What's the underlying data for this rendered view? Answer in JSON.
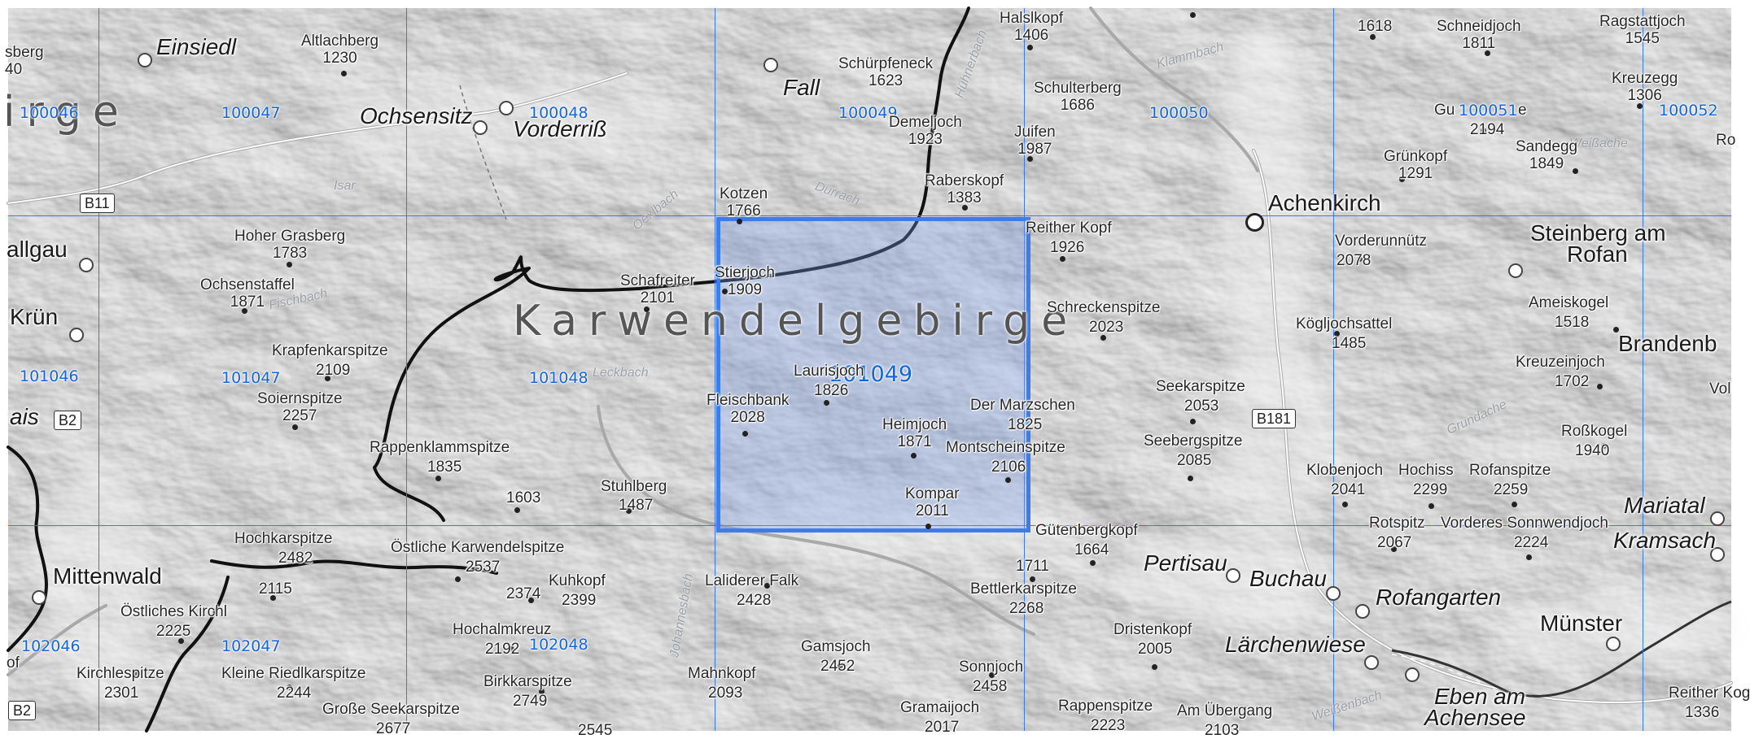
{
  "map": {
    "region_label": "Karwendelgebirge",
    "partial_region_label": "irge",
    "selected_cell": "101049",
    "colors": {
      "grid": "#3b78e7",
      "selection_fill": "#a8c0f0",
      "selection_border": "#3f7bea",
      "cell_label": "#1565d8"
    },
    "grid_cells": {
      "r0": [
        "100046",
        "100047",
        "100048",
        "100049",
        "100050",
        "100051",
        "100052"
      ],
      "r1": [
        "101046",
        "101047",
        "101048",
        "101049"
      ],
      "r2": [
        "102046",
        "102047",
        "102048"
      ]
    },
    "towns": {
      "einsiedl": "Einsiedl",
      "ochsensitz": "Ochsensitz",
      "vorderriss": "Vorderriß",
      "fall": "Fall",
      "achenkirch": "Achenkirch",
      "steinberg_1": "Steinberg am",
      "steinberg_2": "Rofan",
      "allgau": "allgau",
      "krun": "Krün",
      "ais": "ais",
      "brandenb": "Brandenb",
      "mittenwald": "Mittenwald",
      "pertisau": "Pertisau",
      "buchau": "Buchau",
      "rofangarten": "Rofangarten",
      "laerchenwiese": "Lärchenwiese",
      "muenster": "Münster",
      "eben_1": "Eben am",
      "eben_2": "Achensee",
      "mariatal": "Mariatal",
      "kramsach": "Kramsach"
    },
    "roads": {
      "b11": "B11",
      "b2a": "B2",
      "b2b": "B2",
      "b181": "B181"
    },
    "water": {
      "isar": "Isar",
      "fischbach": "Fischbach",
      "leckbach": "Leckbach",
      "oexlbach": "Oexlbach",
      "durrach": "Durrach",
      "huennerbach": "Hühnerbach",
      "klammbach": "Klammbach",
      "weissache": "Weißache",
      "grundache": "Grundache",
      "johannesbach": "Johannesbach",
      "weissenbach": "Weißenbach"
    },
    "peaks": {
      "sberg": {
        "name": "sberg",
        "elev": "40"
      },
      "altlachberg": {
        "name": "Altlachberg",
        "elev": "1230"
      },
      "halsl": {
        "name": "Halslkopf",
        "elev": "1406"
      },
      "schuerpf": {
        "name": "Schürpfeneck",
        "elev": "1623"
      },
      "demel": {
        "name": "Demeljoch",
        "elev": "1923"
      },
      "schulter": {
        "name": "Schulterberg",
        "elev": "1686"
      },
      "juifen": {
        "name": "Juifen",
        "elev": "1987"
      },
      "p1618": {
        "name": "",
        "elev": "1618"
      },
      "schneid": {
        "name": "Schneidjoch",
        "elev": "1811"
      },
      "ragstatt": {
        "name": "Ragstattjoch",
        "elev": "1545"
      },
      "kreuzegg": {
        "name": "Kreuzegg",
        "elev": "1306"
      },
      "guffert": {
        "name": "Gu",
        "elev": "2194"
      },
      "guffert_e": {
        "name": "e",
        "elev": ""
      },
      "gruenkopf": {
        "name": "Grünkopf",
        "elev": "1291"
      },
      "sandegg": {
        "name": "Sandegg",
        "elev": "1849"
      },
      "rr": {
        "name": "Ro",
        "elev": ""
      },
      "raberskopf": {
        "name": "Raberskopf",
        "elev": "1383"
      },
      "kotzen": {
        "name": "Kotzen",
        "elev": "1766"
      },
      "hohergras": {
        "name": "Hoher Grasberg",
        "elev": "1783"
      },
      "ochsenst": {
        "name": "Ochsenstaffel",
        "elev": "1871"
      },
      "krapfen": {
        "name": "Krapfenkarspitze",
        "elev": "2109"
      },
      "soiern": {
        "name": "Soiernspitze",
        "elev": "2257"
      },
      "schafreiter": {
        "name": "Schafreiter",
        "elev": "2101"
      },
      "stierjoch": {
        "name": "Stierjoch",
        "elev": "1909"
      },
      "rappenklamm": {
        "name": "Rappenklammspitze",
        "elev": "1835"
      },
      "p1603": {
        "name": "",
        "elev": "1603"
      },
      "stuhlberg": {
        "name": "Stuhlberg",
        "elev": "1487"
      },
      "laurisjoch": {
        "name": "Laurisjoch",
        "elev": "1826"
      },
      "fleischbank": {
        "name": "Fleischbank",
        "elev": "2028"
      },
      "heimjoch": {
        "name": "Heimjoch",
        "elev": "1871"
      },
      "marzschen": {
        "name": "Der Marzschen",
        "elev": "1825"
      },
      "montscheinspitze": {
        "name": "Montscheinspitze",
        "elev": "2106"
      },
      "kompar": {
        "name": "Kompar",
        "elev": "2011"
      },
      "reitherkopf": {
        "name": "Reither Kopf",
        "elev": "1926"
      },
      "schrecken": {
        "name": "Schreckenspitze",
        "elev": "2023"
      },
      "vorderunn": {
        "name": "Vorderunnütz",
        "elev": "2078"
      },
      "koegljoch": {
        "name": "Kögljochsattel",
        "elev": "1485"
      },
      "seekar": {
        "name": "Seekarspitze",
        "elev": "2053"
      },
      "seeberg": {
        "name": "Seebergspitze",
        "elev": "2085"
      },
      "ameis": {
        "name": "Ameiskogel",
        "elev": "1518"
      },
      "kreuzein": {
        "name": "Kreuzeinjoch",
        "elev": "1702"
      },
      "vol": {
        "name": "Vol",
        "elev": ""
      },
      "rosskogel": {
        "name": "Roßkogel",
        "elev": "1940"
      },
      "klobenjoch": {
        "name": "Klobenjoch",
        "elev": "2041"
      },
      "hochiss": {
        "name": "Hochiss",
        "elev": "2299"
      },
      "rofanspitze": {
        "name": "Rofanspitze",
        "elev": "2259"
      },
      "rotspitz": {
        "name": "Rotspitz",
        "elev": "2067"
      },
      "vorderes": {
        "name": "Vorderes Sonnwendjoch",
        "elev": "2224"
      },
      "guetenberg": {
        "name": "Gütenbergkopf",
        "elev": "1664"
      },
      "p1711": {
        "name": "",
        "elev": "1711"
      },
      "bettlerkar": {
        "name": "Bettlerkarspitze",
        "elev": "2268"
      },
      "hochkar": {
        "name": "Hochkarspitze",
        "elev": "2482"
      },
      "oestliche": {
        "name": "Östliche Karwendelspitze",
        "elev": "2537"
      },
      "p2115": {
        "name": "",
        "elev": "2115"
      },
      "p2374": {
        "name": "",
        "elev": "2374"
      },
      "kuhkopf": {
        "name": "Kuhkopf",
        "elev": "2399"
      },
      "lalider": {
        "name": "Laliderer Falk",
        "elev": "2428"
      },
      "oestlkirchl": {
        "name": "Östliches Kirchl",
        "elev": "2225"
      },
      "hochalm": {
        "name": "Hochalmkreuz",
        "elev": "2192"
      },
      "birkkar": {
        "name": "Birkkarspitze",
        "elev": "2749"
      },
      "gamsjoch": {
        "name": "Gamsjoch",
        "elev": "2452"
      },
      "mahnkopf": {
        "name": "Mahnkopf",
        "elev": "2093"
      },
      "sonnjoch": {
        "name": "Sonnjoch",
        "elev": "2458"
      },
      "gramai": {
        "name": "Gramaijoch",
        "elev": "2017"
      },
      "dristen": {
        "name": "Dristenkopf",
        "elev": "2005"
      },
      "rappenspitze": {
        "name": "Rappenspitze",
        "elev": "2223"
      },
      "amuebergang": {
        "name": "Am Übergang",
        "elev": "2103"
      },
      "kirchlspitze": {
        "name": "Kirchlespitze",
        "elev": "2301"
      },
      "kleineriedl": {
        "name": "Kleine Riedlkarspitze",
        "elev": "2244"
      },
      "grosseseekar": {
        "name": "Große Seekarspitze",
        "elev": "2677"
      },
      "p2545": {
        "name": "",
        "elev": "2545"
      },
      "reitherkog": {
        "name": "Reither Kog",
        "elev": "1336"
      },
      "af": {
        "name": "of",
        "elev": ""
      }
    }
  }
}
